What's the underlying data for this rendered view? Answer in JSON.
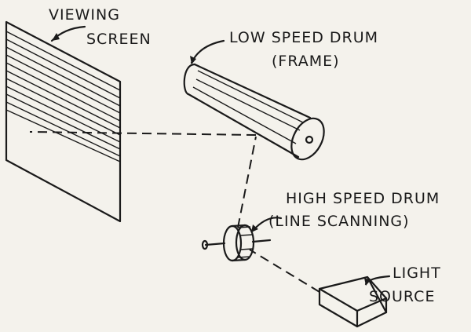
{
  "labels": {
    "viewing_screen_line1": "VIEWING",
    "viewing_screen_line2": "SCREEN",
    "low_speed_drum_line1": "LOW SPEED DRUM",
    "low_speed_drum_line2": "(FRAME)",
    "high_speed_drum_line1": "HIGH SPEED DRUM",
    "high_speed_drum_line2": "(LINE SCANNING)",
    "light_source_line1": "LIGHT",
    "light_source_line2": "SOURCE"
  },
  "colors": {
    "ink": "#1a1a1a",
    "paper": "#f4f2ec"
  }
}
